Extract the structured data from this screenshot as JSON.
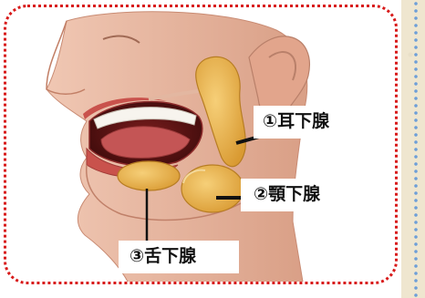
{
  "labels": {
    "parotid": "①耳下腺",
    "submandibular": "②顎下腺",
    "sublingual": "③舌下腺"
  },
  "colors": {
    "frame_border": "#d81a1a",
    "side_dots": "#6e9fd8",
    "skin": "#e8b9a2",
    "gland": "#e8b24a",
    "lip": "#c9524c"
  },
  "icons": [
    "face-illustration",
    "parotid-gland",
    "submandibular-gland",
    "sublingual-gland"
  ]
}
